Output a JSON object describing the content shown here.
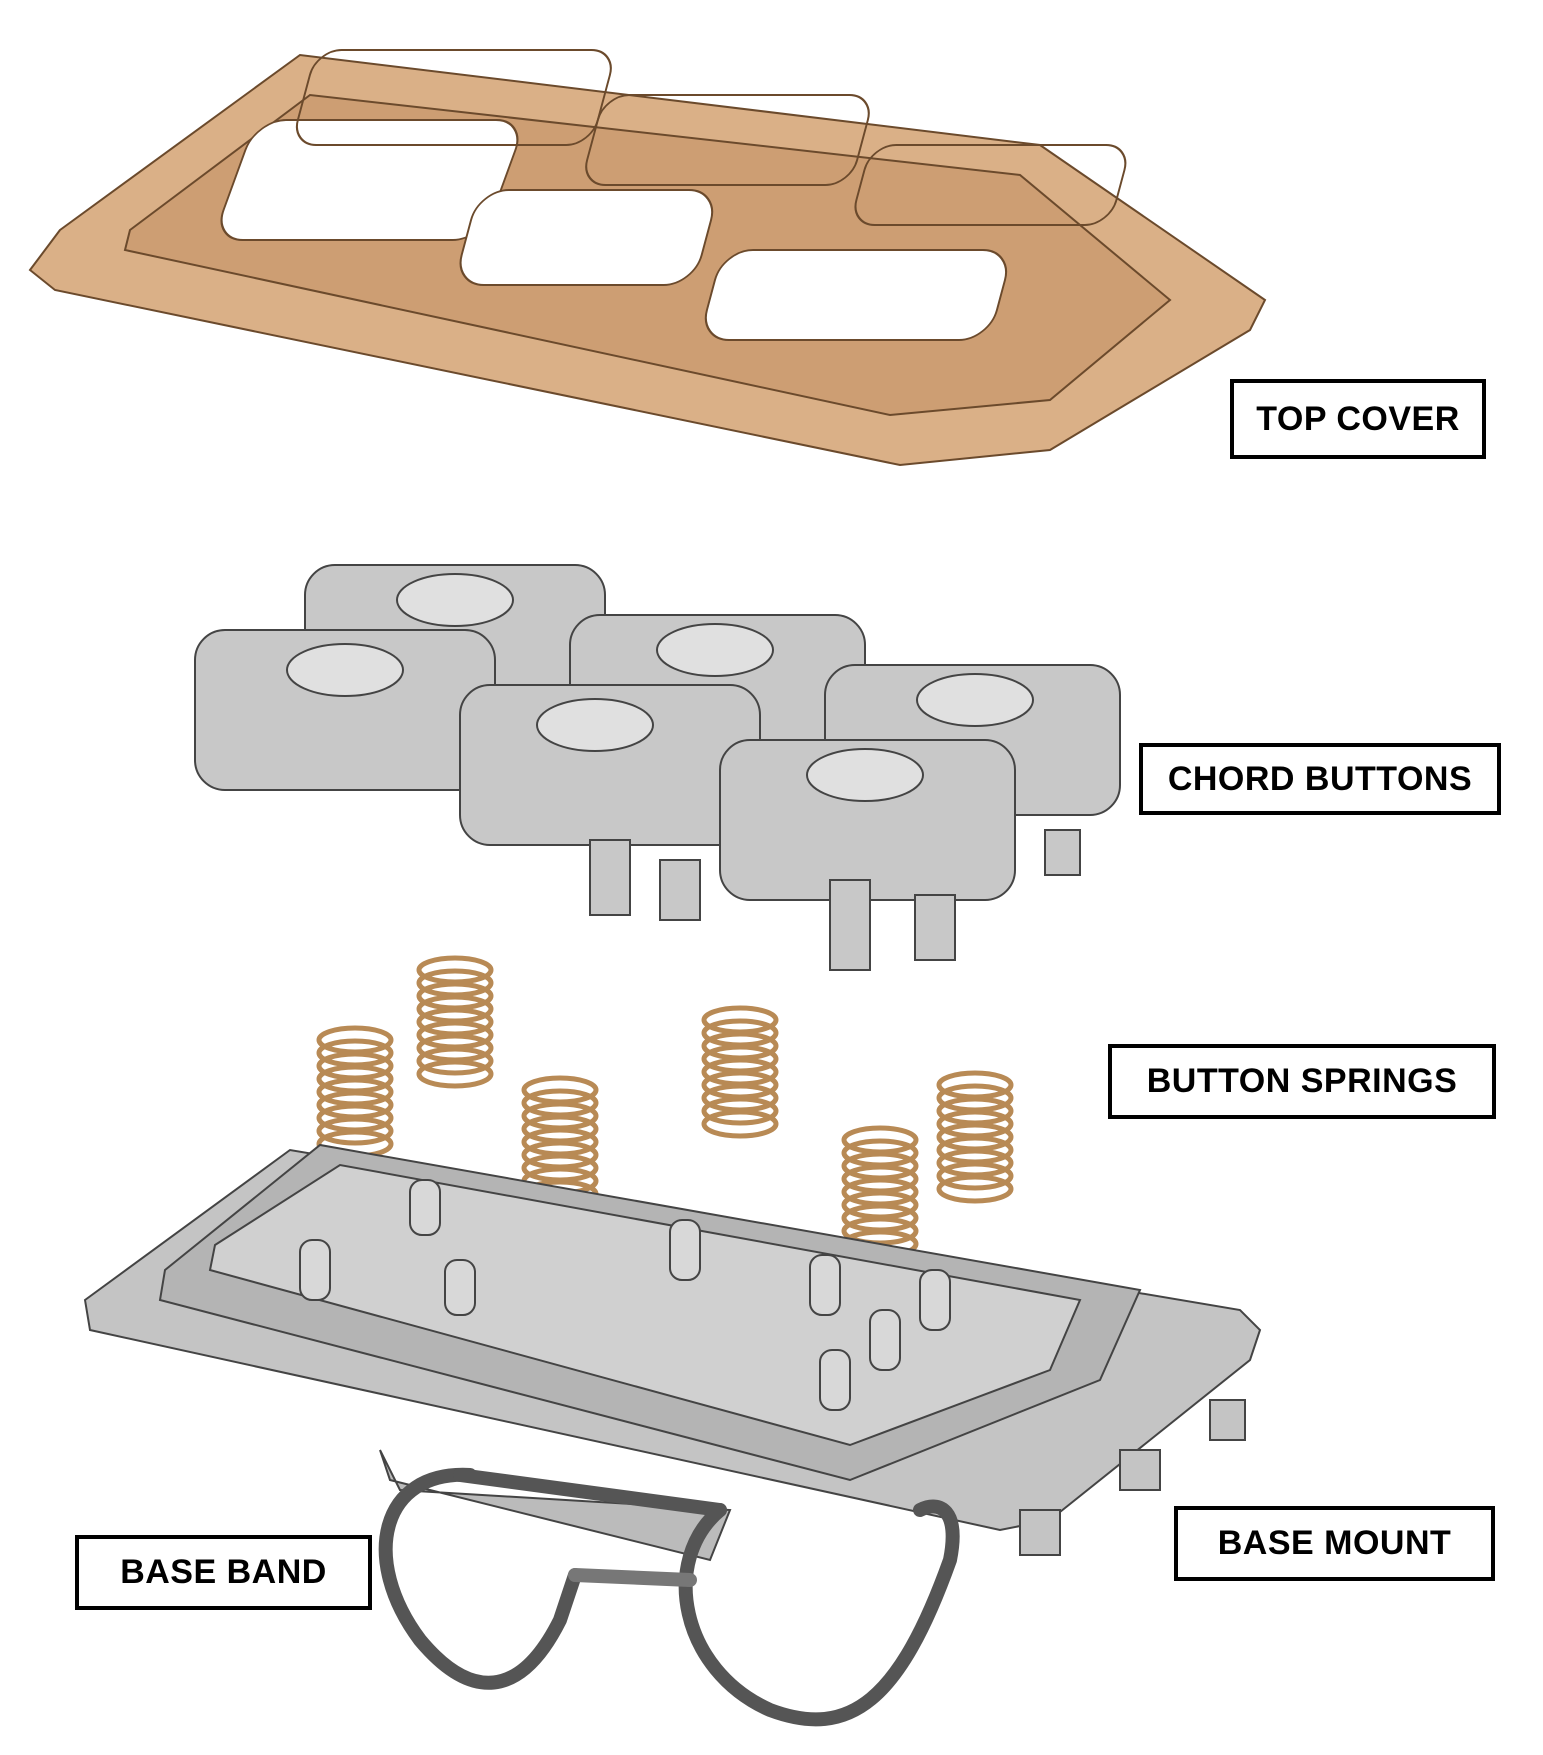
{
  "labels": {
    "top_cover": "TOP COVER",
    "chord_buttons": "CHORD BUTTONS",
    "button_springs": "BUTTON SPRINGS",
    "base_mount": "BASE MOUNT",
    "base_band": "BASE BAND"
  },
  "colors": {
    "cover": "#c99a6e",
    "buttons": "#c8c8c8",
    "springs": "#b88a55",
    "base": "#c4c4c4",
    "band": "#555555"
  }
}
